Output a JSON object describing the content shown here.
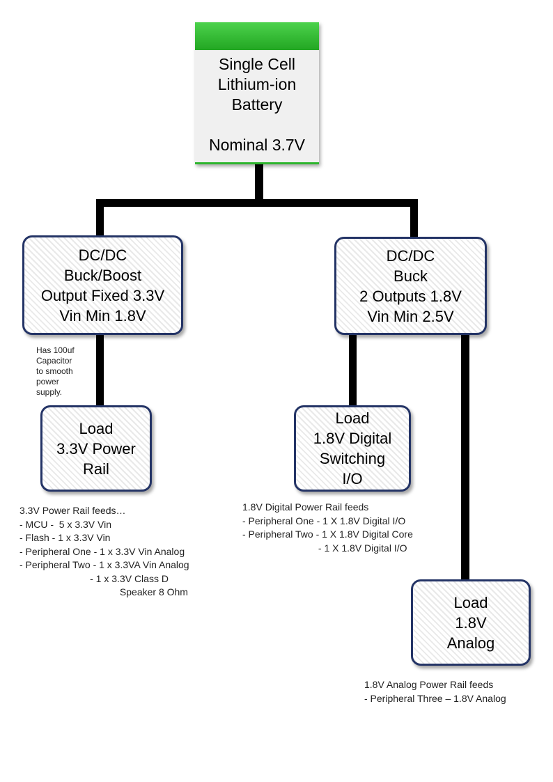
{
  "battery": {
    "title": "Single Cell\nLithium-ion\nBattery\n\nNominal 3.7V",
    "accent_color": "#2db52d"
  },
  "converter_left": {
    "label": "DC/DC\nBuck/Boost\nOutput Fixed 3.3V\nVin Min 1.8V"
  },
  "converter_right": {
    "label": "DC/DC\nBuck\n2 Outputs 1.8V\nVin Min 2.5V"
  },
  "capacitor_note": "Has 100uf\nCapacitor\nto smooth\npower\nsupply.",
  "load_33": {
    "label": "Load\n3.3V Power\nRail"
  },
  "load_18_digital": {
    "label": "Load\n1.8V Digital\nSwitching\nI/O"
  },
  "load_18_analog": {
    "label": "Load\n1.8V\nAnalog"
  },
  "note_33": "3.3V Power Rail feeds…\n- MCU -  5 x 3.3V Vin\n- Flash - 1 x 3.3V Vin\n- Peripheral One - 1 x 3.3V Vin Analog\n- Peripheral Two - 1 x 3.3VA Vin Analog\n                          - 1 x 3.3V Class D\n                                     Speaker 8 Ohm",
  "note_18_digital": "1.8V Digital Power Rail feeds\n- Peripheral One - 1 X 1.8V Digital I/O\n- Peripheral Two - 1 X 1.8V Digital Core\n                            - 1 X 1.8V Digital I/O",
  "note_18_analog": "1.8V Analog Power Rail feeds\n- Peripheral Three – 1.8V Analog",
  "colors": {
    "box_border": "#243466",
    "wire": "#000000"
  }
}
